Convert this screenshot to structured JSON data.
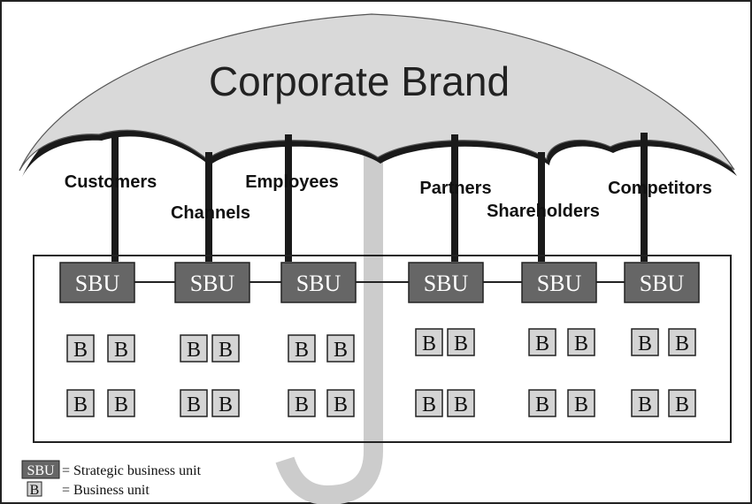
{
  "diagram": {
    "title": "Corporate Brand",
    "stakeholders": [
      {
        "label": "Customers"
      },
      {
        "label": "Channels"
      },
      {
        "label": "Employees"
      },
      {
        "label": "Partners"
      },
      {
        "label": "Shareholders"
      },
      {
        "label": "Competitors"
      }
    ],
    "sbu_label": "SBU",
    "bu_label": "B",
    "sbu_count": 6,
    "bu_per_sbu": 4,
    "legend": {
      "sbu_key": "SBU",
      "sbu_text": "= Strategic business unit",
      "bu_key": "B",
      "bu_text": "= Business unit"
    },
    "colors": {
      "canopy": "#d9d9d9",
      "shaft": "#cccccc",
      "sbu_fill": "#666666",
      "bu_fill": "#d4d4d4",
      "line": "#222222"
    }
  }
}
